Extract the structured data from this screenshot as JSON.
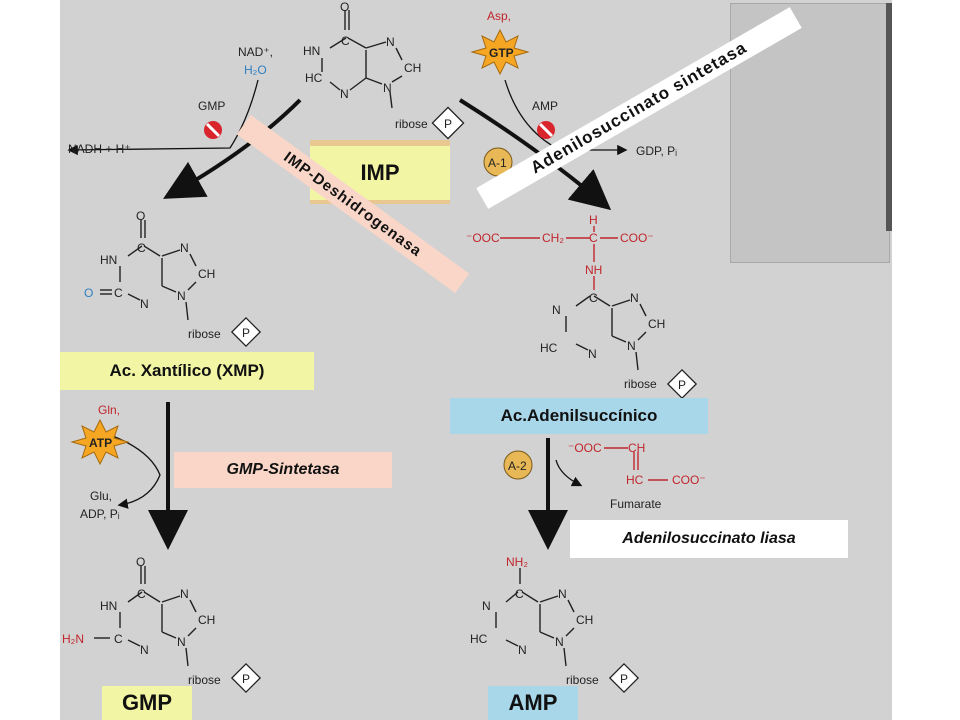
{
  "metabolites": {
    "imp": "IMP",
    "xmp": "Ac. Xantílico (XMP)",
    "adenylsuccinate": "Ac.Adenilsuccínico",
    "gmp": "GMP",
    "amp": "AMP"
  },
  "enzymes": {
    "imp_dehydrogenase": "IMP-Deshidrogenasa",
    "adenylosuccinate_synthetase": "Adenilosuccinato sintetasa",
    "gmp_synthetase": "GMP-Sintetasa",
    "adenylosuccinate_lyase": "Adenilosuccinato liasa"
  },
  "cofactors": {
    "nad_h2o_line1": "NAD⁺,",
    "nad_h2o_line2": "H₂O",
    "gmp_inhibitor": "GMP",
    "nadh": "NADH + H⁺",
    "asp": "Asp,",
    "gtp": "GTP",
    "amp_inhibitor": "AMP",
    "gdp": "GDP, Pᵢ",
    "gln": "Gln,",
    "atp": "ATP",
    "glu_line1": "Glu,",
    "glu_line2": "ADP, Pᵢ",
    "fumarate": "Fumarate",
    "a1": "A-1",
    "a2": "A-2"
  },
  "structure_labels": {
    "ribose": "ribose",
    "phosphate": "P"
  },
  "colors": {
    "panel": "#d2d2d2",
    "yellow_label": "#f1f5a4",
    "pink_label": "#f9d6c8",
    "blue_label": "#a9d7ea",
    "red_atom": "#c0262c",
    "blue_atom": "#2f7fc1",
    "star_orange": "#f5a623",
    "circle_amber": "#e8b857"
  }
}
